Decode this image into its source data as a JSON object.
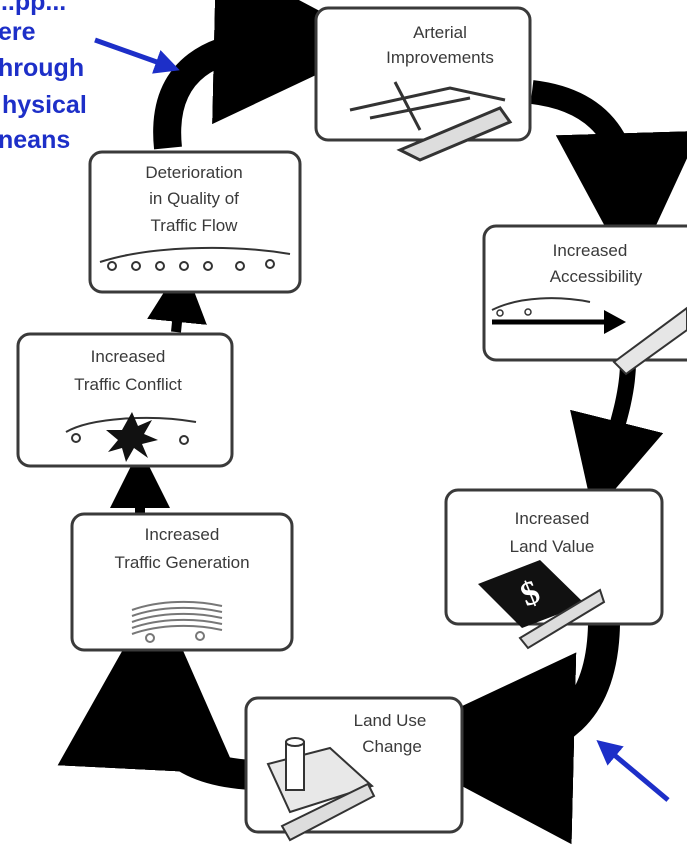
{
  "annotation_left": [
    "...pp...",
    "ere",
    "hrough",
    "hysical",
    "neans"
  ],
  "boxes": {
    "arterial": [
      "Arterial",
      "Improvements"
    ],
    "accessibility": [
      "Increased",
      "Accessibility"
    ],
    "land_value": [
      "Increased",
      "Land Value"
    ],
    "land_use": [
      "Land Use",
      "Change"
    ],
    "traffic_generation": [
      "Increased",
      "Traffic Generation"
    ],
    "traffic_conflict": [
      "Increased",
      "Traffic Conflict"
    ],
    "deterioration": [
      "Deterioration",
      "in Quality of",
      "Traffic Flow"
    ]
  },
  "land_value_symbol": "$",
  "colors": {
    "arrow": "#000000",
    "annotation": "#1d2fc8",
    "box_border": "#3a3a3a"
  }
}
